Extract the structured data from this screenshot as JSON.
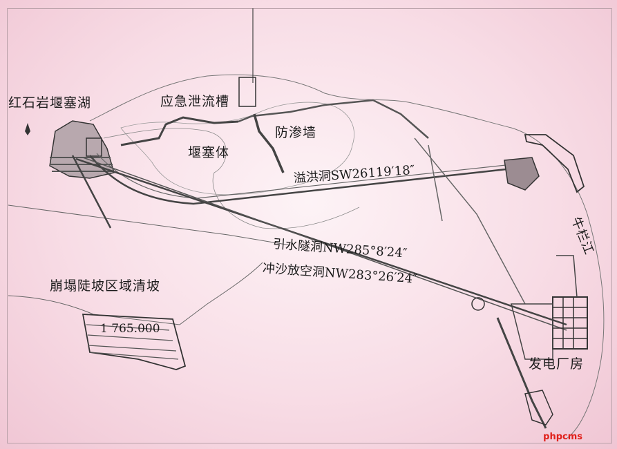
{
  "labels": {
    "lake": "红石岩堰塞湖",
    "emergency_channel": "应急泄流槽",
    "cutoff_wall": "防渗墙",
    "dam_body": "堰塞体",
    "spillway_tunnel": "溢洪洞SW26119′18″",
    "diversion_tunnel": "引水隧洞NW285°8′24″",
    "flushing_tunnel": "冲沙放空洞NW283°26′24″",
    "slope_clearing": "崩塌陡坡区域清坡",
    "elevation": "1 765.000",
    "river": "牛栏江",
    "powerhouse": "发电厂房"
  },
  "watermark": "phpcms",
  "colors": {
    "line": "#3a3a3a",
    "background": "#f8dde6",
    "watermark": "#e0201a"
  }
}
